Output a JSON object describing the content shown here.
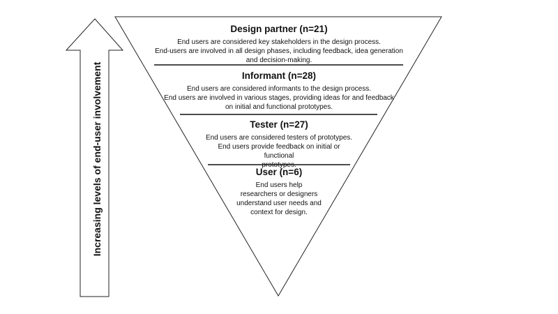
{
  "axis": {
    "label": "Increasing levels of end-user involvement"
  },
  "levels": [
    {
      "title": "Design partner (n=21)",
      "desc": [
        "End users are considered key stakeholders in the design process.",
        "End-users are involved in all design phases, including feedback, idea generation",
        "and decision-making."
      ]
    },
    {
      "title": "Informant (n=28)",
      "desc": [
        "End users are considered informants to the design process.",
        "End users are involved in various stages, providing ideas for and feedback",
        "on initial and functional prototypes."
      ]
    },
    {
      "title": "Tester (n=27)",
      "desc": [
        "End users are considered testers of prototypes.",
        "End users provide feedback on initial or functional",
        "prototypes."
      ]
    },
    {
      "title": "User (n=6)",
      "desc": [
        "End users help",
        "researchers or designers",
        "understand user needs and",
        "context for design."
      ]
    }
  ]
}
